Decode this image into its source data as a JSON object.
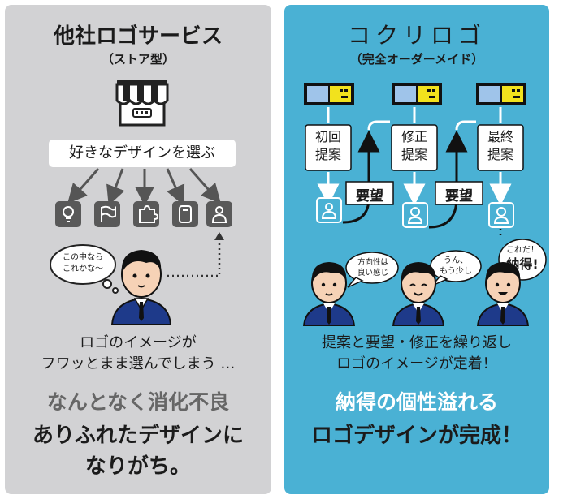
{
  "left": {
    "title": "他社ロゴサービス",
    "subtitle": "（ストア型）",
    "banner": "好きなデザインを選ぶ",
    "bubble_line1": "この中なら",
    "bubble_line2": "これかな～",
    "caption_line1": "ロゴのイメージが",
    "caption_line2": "フワッとまま選んでしまう …",
    "verdict1": "なんとなく消化不良",
    "verdict2_line1": "ありふれたデザインに",
    "verdict2_line2": "なりがち。"
  },
  "right": {
    "title": "コクリロゴ",
    "subtitle": "（完全オーダーメイド）",
    "step1_line1": "初回",
    "step1_line2": "提案",
    "step2_line1": "修正",
    "step2_line2": "提案",
    "step3_line1": "最終",
    "step3_line2": "提案",
    "request1": "要望",
    "request2": "要望",
    "bubble1_line1": "方向性は",
    "bubble1_line2": "良い感じ",
    "bubble2_line1": "うん、",
    "bubble2_line2": "もう少し",
    "bubble3_line1": "これだ！",
    "bubble3_line2": "納得!",
    "caption_line1": "提案と要望・修正を繰り返し",
    "caption_line2": "ロゴのイメージが定着！",
    "verdict1": "納得の個性溢れる",
    "verdict2": "ロゴデザインが完成！"
  },
  "colors": {
    "left_bg": "#d2d2d4",
    "right_bg": "#4ab1d4",
    "accent_yellow": "#f2e21d",
    "icon_blue": "#9fc4ea",
    "verdict_gray": "#666666"
  }
}
